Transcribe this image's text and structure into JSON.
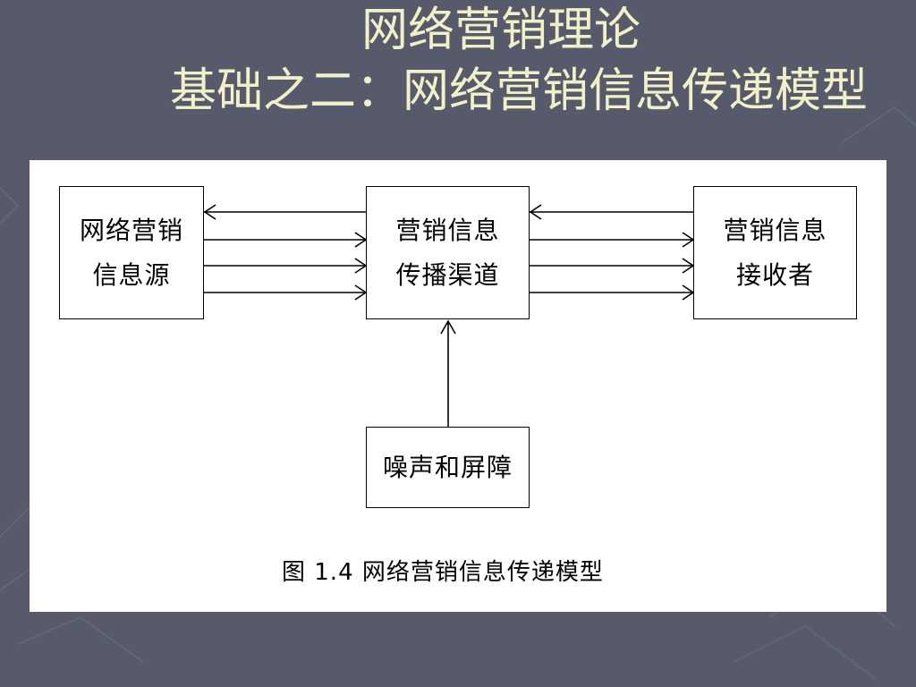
{
  "slide": {
    "title_line1": "网络营销理论",
    "title_line2": "基础之二：网络营销信息传递模型",
    "title_color": "#f2f0c8",
    "background_color": "#565a6b"
  },
  "diagram": {
    "source": {
      "line1": "网络营销",
      "line2": "信息源"
    },
    "channel": {
      "line1": "营销信息",
      "line2": "传播渠道"
    },
    "receiver": {
      "line1": "营销信息",
      "line2": "接收者"
    },
    "noise": {
      "label": "噪声和屏障"
    },
    "caption": "图 1.4  网络营销信息传递模型"
  }
}
